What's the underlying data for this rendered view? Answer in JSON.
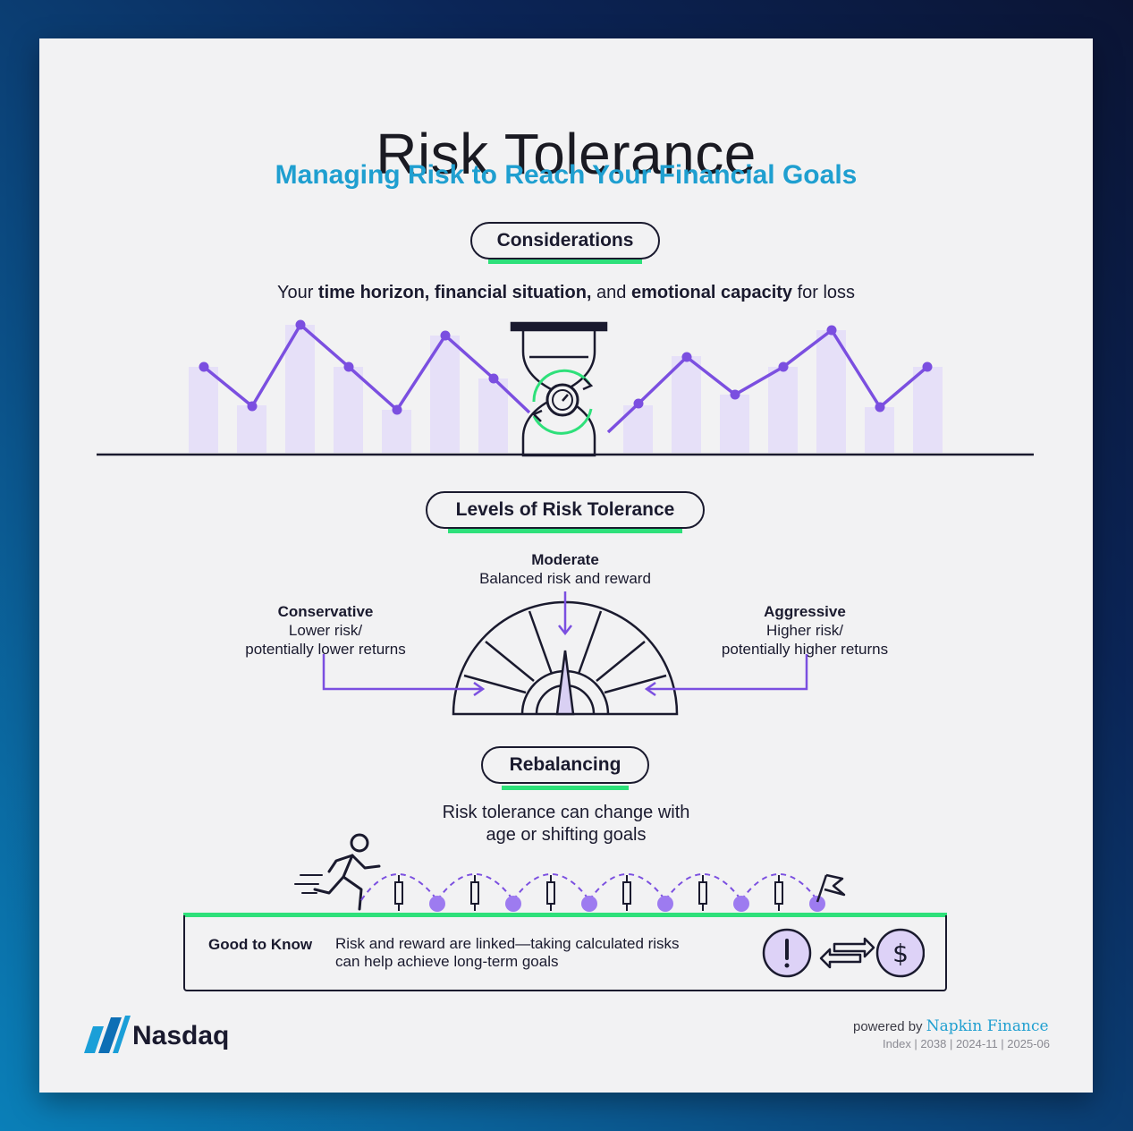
{
  "header": {
    "title": "Risk Tolerance",
    "subtitle": "Managing Risk to Reach Your Financial Goals"
  },
  "considerations": {
    "label": "Considerations",
    "text_1": "Your ",
    "bold_1": "time horizon, financial situation,",
    "text_2": " and ",
    "bold_2": "emotional capacity",
    "text_3": " for loss"
  },
  "levels": {
    "label": "Levels of Risk Tolerance",
    "moderate": {
      "heading": "Moderate",
      "line1": "Balanced risk and reward"
    },
    "conservative": {
      "heading": "Conservative",
      "line1": "Lower risk/",
      "line2": "potentially lower returns"
    },
    "aggressive": {
      "heading": "Aggressive",
      "line1": "Higher risk/",
      "line2": "potentially higher returns"
    }
  },
  "rebalancing": {
    "label": "Rebalancing",
    "line1": "Risk tolerance can change with",
    "line2": "age or shifting goals"
  },
  "good_to_know": {
    "title": "Good to Know",
    "line1": "Risk and reward are linked—taking calculated risks",
    "line2": "can help achieve long-term goals",
    "icons": [
      "exclamation-icon",
      "exchange-arrows-icon",
      "dollar-icon"
    ]
  },
  "footer": {
    "brand": "Nasdaq",
    "powered_by": "powered by ",
    "partner": "Napkin Finance",
    "index": "Index | 2038 | 2024-11 | 2025-06"
  },
  "colors": {
    "accent_blue": "#1f9fd0",
    "accent_green": "#2ee07a",
    "accent_purple": "#7b4fe0",
    "bar_lavender": "#e6e0f8",
    "ink": "#1a1a2e"
  }
}
